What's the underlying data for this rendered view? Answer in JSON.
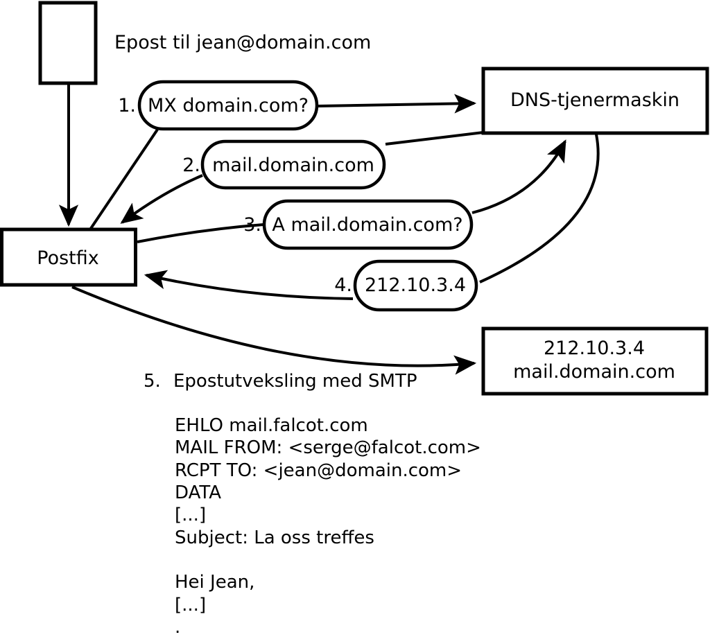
{
  "diagram": {
    "description_note": "Epost til jean@domain.com",
    "nodes": {
      "envelope": "",
      "postfix_label": "Postfix",
      "dns_server_label": "DNS-tjenermaskin",
      "mail_server_line1": "212.10.3.4",
      "mail_server_line2": "mail.domain.com"
    },
    "steps": [
      {
        "num": "1.",
        "label": "MX domain.com?"
      },
      {
        "num": "2.",
        "label": "mail.domain.com"
      },
      {
        "num": "3.",
        "label": "A mail.domain.com?"
      },
      {
        "num": "4.",
        "label": "212.10.3.4"
      },
      {
        "num": "5.",
        "label": "Epostutveksling med SMTP"
      }
    ],
    "smtp_session_lines": [
      "EHLO mail.falcot.com",
      "MAIL FROM: <serge@falcot.com>",
      "RCPT TO: <jean@domain.com>",
      "DATA",
      "[...]",
      "Subject: La oss treffes",
      "",
      "Hei Jean,",
      "[...]",
      "."
    ]
  },
  "colors": {
    "ink": "#000000",
    "background": "#ffffff"
  }
}
